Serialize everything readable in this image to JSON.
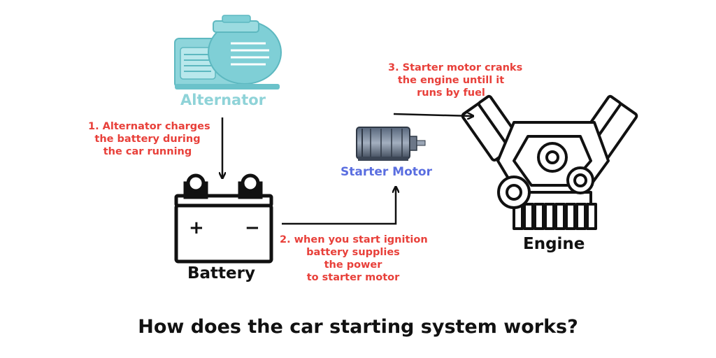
{
  "title": "How does the car starting system works?",
  "components": {
    "alternator": "Alternator",
    "battery": "Battery",
    "starter_motor": "Starter Motor",
    "engine": "Engine"
  },
  "battery_signs": {
    "plus": "+",
    "minus": "−"
  },
  "notes": {
    "step1": [
      "1. Alternator charges",
      "the battery during",
      "the car running"
    ],
    "step2": [
      "2. when you start ignition",
      "battery supplies",
      "the power",
      "to starter motor"
    ],
    "step3": [
      "3. Starter motor cranks",
      "the engine untill it",
      "runs by fuel"
    ]
  },
  "colors": {
    "alternator_label": "#8fd3d8",
    "alternator_body": "#7fcfd6",
    "starter_label": "#5a6ee0",
    "note_red": "#e8403a",
    "ink": "#111111"
  }
}
